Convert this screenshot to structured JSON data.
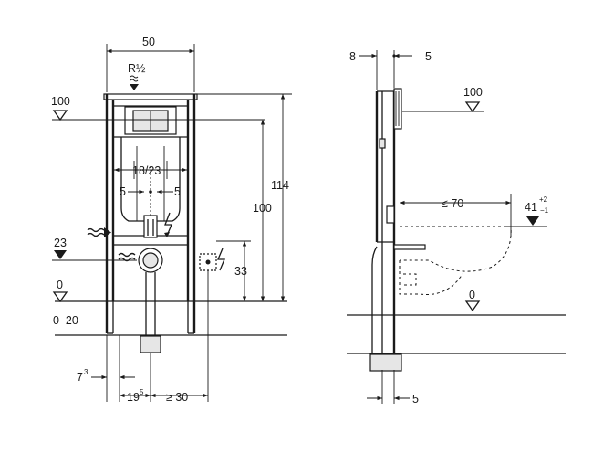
{
  "front_view": {
    "width": "50",
    "connection": "R½",
    "level_100": "100",
    "level_23": "23",
    "level_0": "0",
    "floor_range": "0–20",
    "flush_spacing": "18/23",
    "offset_left": "5",
    "offset_right": "5",
    "height_114": "114",
    "height_100": "100",
    "height_33": "33",
    "bottom_7": "7",
    "bottom_7_sup": "3",
    "bottom_19": "19",
    "bottom_19_sup": "5",
    "bottom_30": "≥ 30"
  },
  "side_view": {
    "depth_8": "8",
    "depth_5_top": "5",
    "level_100": "100",
    "projection": "≤ 70",
    "bowl_height": "41",
    "tol_plus": "+2",
    "tol_minus": "−1",
    "level_0": "0",
    "depth_5_bottom": "5"
  },
  "icons": [
    "water-supply-icon",
    "electrical-connection-icon",
    "water-inlet-icon",
    "power-socket-icon"
  ]
}
